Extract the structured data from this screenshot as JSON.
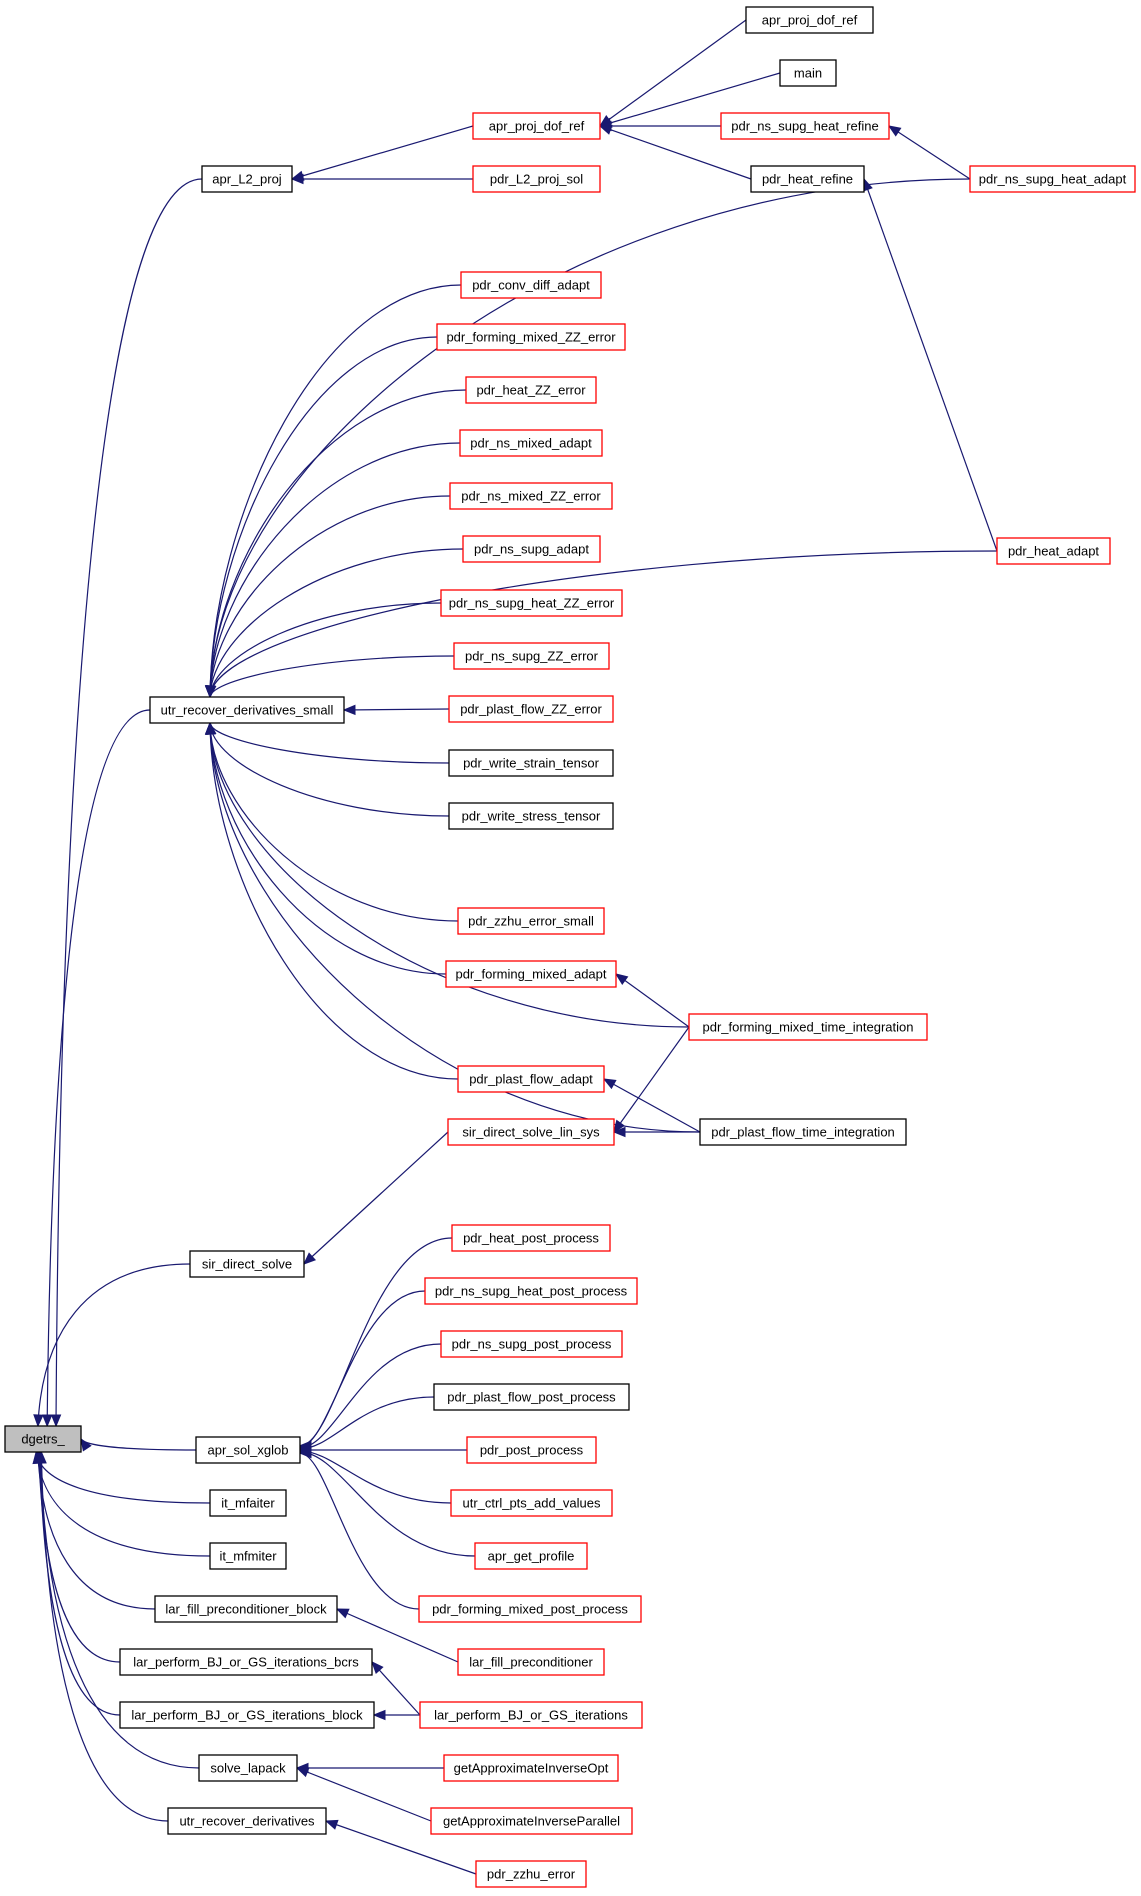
{
  "colors": {
    "edge": "#191970",
    "border_black": "#000000",
    "border_red": "#ff0000",
    "root_fill": "#bfbfbf",
    "node_fill": "#ffffff"
  },
  "nodes": [
    {
      "id": "dgetrs",
      "label": "dgetrs_",
      "border": "black",
      "root": true
    },
    {
      "id": "apr_L2_proj",
      "label": "apr_L2_proj",
      "border": "black"
    },
    {
      "id": "utr_recover_derivatives_small",
      "label": "utr_recover_derivatives_small",
      "border": "black"
    },
    {
      "id": "sir_direct_solve",
      "label": "sir_direct_solve",
      "border": "black"
    },
    {
      "id": "apr_sol_xglob",
      "label": "apr_sol_xglob",
      "border": "black"
    },
    {
      "id": "it_mfaiter",
      "label": "it_mfaiter",
      "border": "black"
    },
    {
      "id": "it_mfmiter",
      "label": "it_mfmiter",
      "border": "black"
    },
    {
      "id": "lar_fill_preconditioner_block",
      "label": "lar_fill_preconditioner_block",
      "border": "black"
    },
    {
      "id": "lar_perform_BJ_or_GS_iterations_bcrs",
      "label": "lar_perform_BJ_or_GS_iterations_bcrs",
      "border": "black"
    },
    {
      "id": "lar_perform_BJ_or_GS_iterations_block",
      "label": "lar_perform_BJ_or_GS_iterations_block",
      "border": "black"
    },
    {
      "id": "solve_lapack",
      "label": "solve_lapack",
      "border": "black"
    },
    {
      "id": "utr_recover_derivatives",
      "label": "utr_recover_derivatives",
      "border": "black"
    },
    {
      "id": "apr_proj_dof_ref_mid",
      "label": "apr_proj_dof_ref",
      "border": "red"
    },
    {
      "id": "pdr_L2_proj_sol",
      "label": "pdr_L2_proj_sol",
      "border": "red"
    },
    {
      "id": "pdr_conv_diff_adapt",
      "label": "pdr_conv_diff_adapt",
      "border": "red"
    },
    {
      "id": "pdr_forming_mixed_ZZ_error",
      "label": "pdr_forming_mixed_ZZ_error",
      "border": "red"
    },
    {
      "id": "pdr_heat_ZZ_error",
      "label": "pdr_heat_ZZ_error",
      "border": "red"
    },
    {
      "id": "pdr_ns_mixed_adapt",
      "label": "pdr_ns_mixed_adapt",
      "border": "red"
    },
    {
      "id": "pdr_ns_mixed_ZZ_error",
      "label": "pdr_ns_mixed_ZZ_error",
      "border": "red"
    },
    {
      "id": "pdr_ns_supg_adapt",
      "label": "pdr_ns_supg_adapt",
      "border": "red"
    },
    {
      "id": "pdr_ns_supg_heat_ZZ_error",
      "label": "pdr_ns_supg_heat_ZZ_error",
      "border": "red"
    },
    {
      "id": "pdr_ns_supg_ZZ_error",
      "label": "pdr_ns_supg_ZZ_error",
      "border": "red"
    },
    {
      "id": "pdr_plast_flow_ZZ_error",
      "label": "pdr_plast_flow_ZZ_error",
      "border": "red"
    },
    {
      "id": "pdr_write_strain_tensor",
      "label": "pdr_write_strain_tensor",
      "border": "black"
    },
    {
      "id": "pdr_write_stress_tensor",
      "label": "pdr_write_stress_tensor",
      "border": "black"
    },
    {
      "id": "pdr_zzhu_error_small",
      "label": "pdr_zzhu_error_small",
      "border": "red"
    },
    {
      "id": "pdr_forming_mixed_adapt",
      "label": "pdr_forming_mixed_adapt",
      "border": "red"
    },
    {
      "id": "pdr_plast_flow_adapt",
      "label": "pdr_plast_flow_adapt",
      "border": "red"
    },
    {
      "id": "sir_direct_solve_lin_sys",
      "label": "sir_direct_solve_lin_sys",
      "border": "red"
    },
    {
      "id": "pdr_heat_post_process",
      "label": "pdr_heat_post_process",
      "border": "red"
    },
    {
      "id": "pdr_ns_supg_heat_post_process",
      "label": "pdr_ns_supg_heat_post_process",
      "border": "red"
    },
    {
      "id": "pdr_ns_supg_post_process",
      "label": "pdr_ns_supg_post_process",
      "border": "red"
    },
    {
      "id": "pdr_plast_flow_post_process",
      "label": "pdr_plast_flow_post_process",
      "border": "black"
    },
    {
      "id": "pdr_post_process",
      "label": "pdr_post_process",
      "border": "red"
    },
    {
      "id": "utr_ctrl_pts_add_values",
      "label": "utr_ctrl_pts_add_values",
      "border": "red"
    },
    {
      "id": "apr_get_profile",
      "label": "apr_get_profile",
      "border": "red"
    },
    {
      "id": "pdr_forming_mixed_post_process",
      "label": "pdr_forming_mixed_post_process",
      "border": "red"
    },
    {
      "id": "lar_fill_preconditioner",
      "label": "lar_fill_preconditioner",
      "border": "red"
    },
    {
      "id": "lar_perform_BJ_or_GS_iterations",
      "label": "lar_perform_BJ_or_GS_iterations",
      "border": "red"
    },
    {
      "id": "getApproximateInverseOpt",
      "label": "getApproximateInverseOpt",
      "border": "red"
    },
    {
      "id": "getApproximateInverseParallel",
      "label": "getApproximateInverseParallel",
      "border": "red"
    },
    {
      "id": "pdr_zzhu_error",
      "label": "pdr_zzhu_error",
      "border": "red"
    },
    {
      "id": "apr_proj_dof_ref_top",
      "label": "apr_proj_dof_ref",
      "border": "black"
    },
    {
      "id": "main",
      "label": "main",
      "border": "black"
    },
    {
      "id": "pdr_ns_supg_heat_refine",
      "label": "pdr_ns_supg_heat_refine",
      "border": "red"
    },
    {
      "id": "pdr_heat_refine",
      "label": "pdr_heat_refine",
      "border": "black"
    },
    {
      "id": "pdr_ns_supg_heat_adapt",
      "label": "pdr_ns_supg_heat_adapt",
      "border": "red"
    },
    {
      "id": "pdr_heat_adapt",
      "label": "pdr_heat_adapt",
      "border": "red"
    },
    {
      "id": "pdr_forming_mixed_time_integration",
      "label": "pdr_forming_mixed_time_integration",
      "border": "red"
    },
    {
      "id": "pdr_plast_flow_time_integration",
      "label": "pdr_plast_flow_time_integration",
      "border": "black"
    }
  ],
  "edges": [
    [
      "apr_L2_proj",
      "dgetrs"
    ],
    [
      "utr_recover_derivatives_small",
      "dgetrs"
    ],
    [
      "sir_direct_solve",
      "dgetrs"
    ],
    [
      "apr_sol_xglob",
      "dgetrs"
    ],
    [
      "it_mfaiter",
      "dgetrs"
    ],
    [
      "it_mfmiter",
      "dgetrs"
    ],
    [
      "lar_fill_preconditioner_block",
      "dgetrs"
    ],
    [
      "lar_perform_BJ_or_GS_iterations_bcrs",
      "dgetrs"
    ],
    [
      "lar_perform_BJ_or_GS_iterations_block",
      "dgetrs"
    ],
    [
      "solve_lapack",
      "dgetrs"
    ],
    [
      "utr_recover_derivatives",
      "dgetrs"
    ],
    [
      "apr_proj_dof_ref_mid",
      "apr_L2_proj"
    ],
    [
      "pdr_L2_proj_sol",
      "apr_L2_proj"
    ],
    [
      "apr_proj_dof_ref_top",
      "apr_proj_dof_ref_mid"
    ],
    [
      "main",
      "apr_proj_dof_ref_mid"
    ],
    [
      "pdr_ns_supg_heat_refine",
      "apr_proj_dof_ref_mid"
    ],
    [
      "pdr_heat_refine",
      "apr_proj_dof_ref_mid"
    ],
    [
      "pdr_ns_supg_heat_adapt",
      "pdr_ns_supg_heat_refine"
    ],
    [
      "pdr_heat_adapt",
      "pdr_heat_refine"
    ],
    [
      "pdr_ns_supg_heat_adapt",
      "utr_recover_derivatives_small"
    ],
    [
      "pdr_conv_diff_adapt",
      "utr_recover_derivatives_small"
    ],
    [
      "pdr_forming_mixed_ZZ_error",
      "utr_recover_derivatives_small"
    ],
    [
      "pdr_heat_ZZ_error",
      "utr_recover_derivatives_small"
    ],
    [
      "pdr_ns_mixed_adapt",
      "utr_recover_derivatives_small"
    ],
    [
      "pdr_ns_mixed_ZZ_error",
      "utr_recover_derivatives_small"
    ],
    [
      "pdr_ns_supg_adapt",
      "utr_recover_derivatives_small"
    ],
    [
      "pdr_ns_supg_heat_ZZ_error",
      "utr_recover_derivatives_small"
    ],
    [
      "pdr_ns_supg_ZZ_error",
      "utr_recover_derivatives_small"
    ],
    [
      "pdr_plast_flow_ZZ_error",
      "utr_recover_derivatives_small"
    ],
    [
      "pdr_write_strain_tensor",
      "utr_recover_derivatives_small"
    ],
    [
      "pdr_write_stress_tensor",
      "utr_recover_derivatives_small"
    ],
    [
      "pdr_heat_adapt",
      "utr_recover_derivatives_small"
    ],
    [
      "pdr_zzhu_error_small",
      "utr_recover_derivatives_small"
    ],
    [
      "pdr_forming_mixed_adapt",
      "utr_recover_derivatives_small"
    ],
    [
      "pdr_forming_mixed_time_integration",
      "utr_recover_derivatives_small"
    ],
    [
      "pdr_plast_flow_adapt",
      "utr_recover_derivatives_small"
    ],
    [
      "pdr_plast_flow_time_integration",
      "utr_recover_derivatives_small"
    ],
    [
      "pdr_forming_mixed_time_integration",
      "pdr_forming_mixed_adapt"
    ],
    [
      "pdr_plast_flow_time_integration",
      "pdr_plast_flow_adapt"
    ],
    [
      "sir_direct_solve_lin_sys",
      "sir_direct_solve"
    ],
    [
      "pdr_forming_mixed_time_integration",
      "sir_direct_solve_lin_sys"
    ],
    [
      "pdr_plast_flow_time_integration",
      "sir_direct_solve_lin_sys"
    ],
    [
      "pdr_heat_post_process",
      "apr_sol_xglob"
    ],
    [
      "pdr_ns_supg_heat_post_process",
      "apr_sol_xglob"
    ],
    [
      "pdr_ns_supg_post_process",
      "apr_sol_xglob"
    ],
    [
      "pdr_plast_flow_post_process",
      "apr_sol_xglob"
    ],
    [
      "pdr_post_process",
      "apr_sol_xglob"
    ],
    [
      "utr_ctrl_pts_add_values",
      "apr_sol_xglob"
    ],
    [
      "apr_get_profile",
      "apr_sol_xglob"
    ],
    [
      "pdr_forming_mixed_post_process",
      "apr_sol_xglob"
    ],
    [
      "lar_fill_preconditioner",
      "lar_fill_preconditioner_block"
    ],
    [
      "lar_perform_BJ_or_GS_iterations",
      "lar_perform_BJ_or_GS_iterations_bcrs"
    ],
    [
      "lar_perform_BJ_or_GS_iterations",
      "lar_perform_BJ_or_GS_iterations_block"
    ],
    [
      "getApproximateInverseOpt",
      "solve_lapack"
    ],
    [
      "getApproximateInverseParallel",
      "solve_lapack"
    ],
    [
      "pdr_zzhu_error",
      "utr_recover_derivatives"
    ]
  ]
}
